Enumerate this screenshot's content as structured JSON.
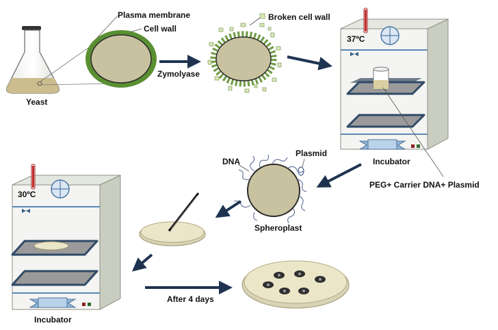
{
  "labels": {
    "yeast": "Yeast",
    "plasma_membrane": "Plasma membrane",
    "cell_wall": "Cell wall",
    "zymolyase": "Zymolyase",
    "broken_cell_wall": "Broken cell wall",
    "temp_top": "37ºC",
    "incubator_top": "Incubator",
    "peg_mix": "PEG+ Carrier DNA+ Plasmid",
    "dna": "DNA",
    "plasmid": "Plasmid",
    "spheroplast": "Spheroplast",
    "temp_bottom": "30ºC",
    "incubator_bottom": "Incubator",
    "after_days": "After 4 days"
  },
  "colors": {
    "arrow": "#1f3350",
    "cell_wall_green": "#5a8f32",
    "cytoplasm": "#ccc3a2",
    "incubator_front": "#f4f4f2",
    "incubator_side": "#c9cec1",
    "tray_frame": "#2f4a66",
    "tray_fill": "#9a9a9a",
    "thermometer": "#c53030",
    "ribbon": "#9cc3e4",
    "petri_fill": "#ece6c9"
  }
}
